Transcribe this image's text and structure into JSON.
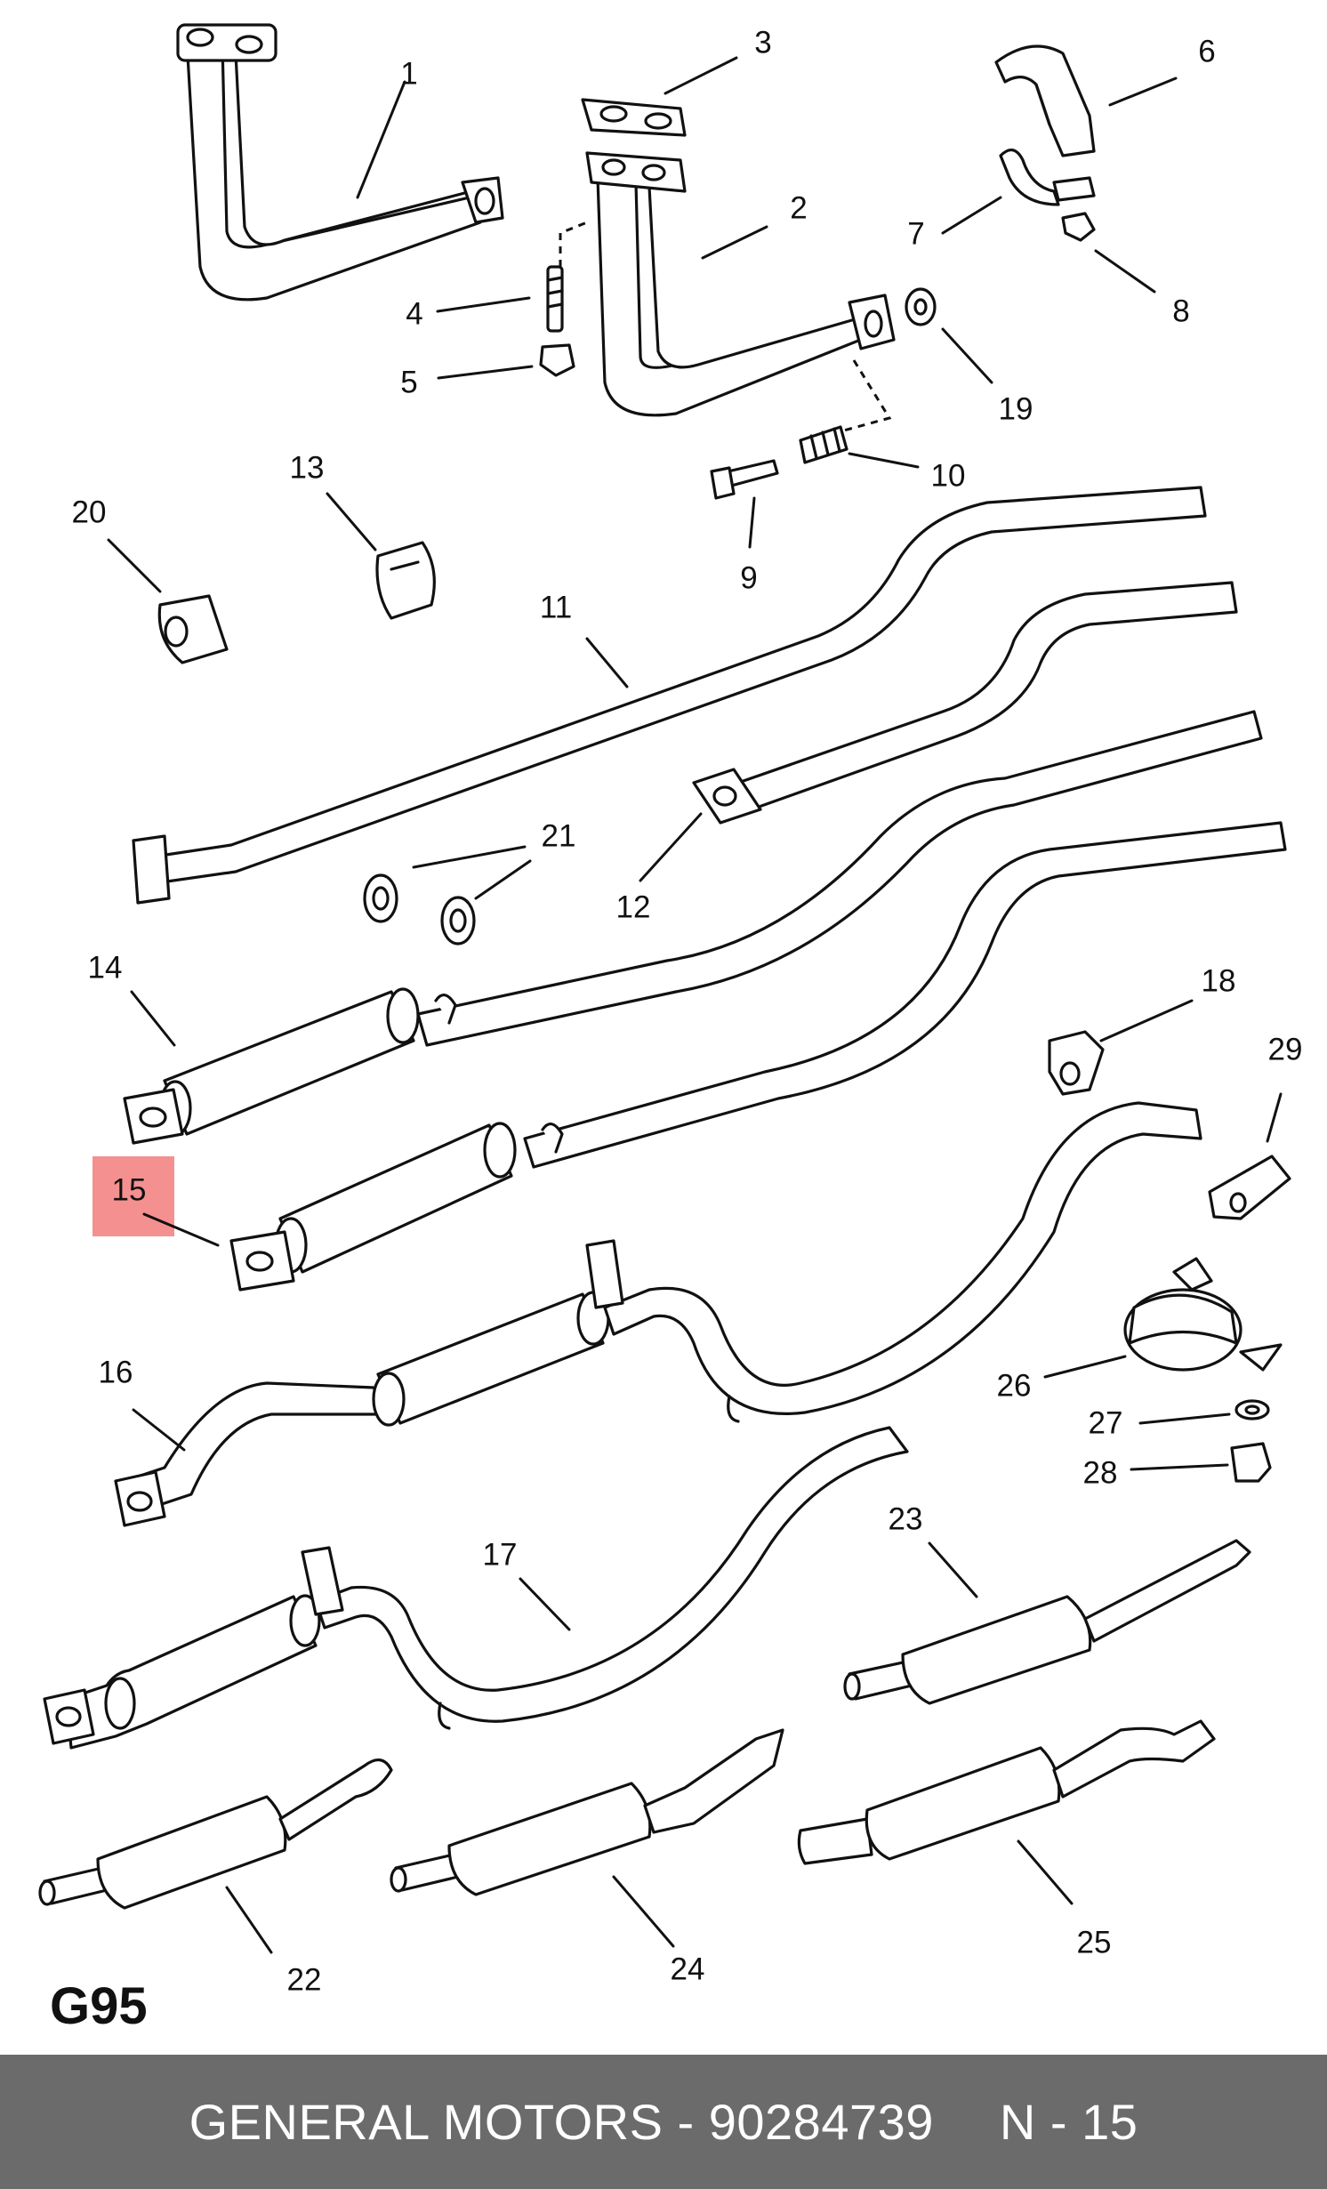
{
  "diagram": {
    "page_code": "G95",
    "highlighted_callout": "15",
    "highlight_color": "#f37c7c",
    "line_color": "#111111",
    "callouts": {
      "c1": "1",
      "c2": "2",
      "c3": "3",
      "c4": "4",
      "c5": "5",
      "c6": "6",
      "c7": "7",
      "c8": "8",
      "c9": "9",
      "c10": "10",
      "c11": "11",
      "c12": "12",
      "c13": "13",
      "c14": "14",
      "c15": "15",
      "c16": "16",
      "c17": "17",
      "c18": "18",
      "c19": "19",
      "c20": "20",
      "c21": "21",
      "c22": "22",
      "c23": "23",
      "c24": "24",
      "c25": "25",
      "c26": "26",
      "c27": "27",
      "c28": "28",
      "c29": "29"
    }
  },
  "footer": {
    "background_color": "#6b6b6b",
    "text_color": "#ffffff",
    "brand_part": "GENERAL MOTORS - 90284739",
    "ref": "N - 15"
  }
}
